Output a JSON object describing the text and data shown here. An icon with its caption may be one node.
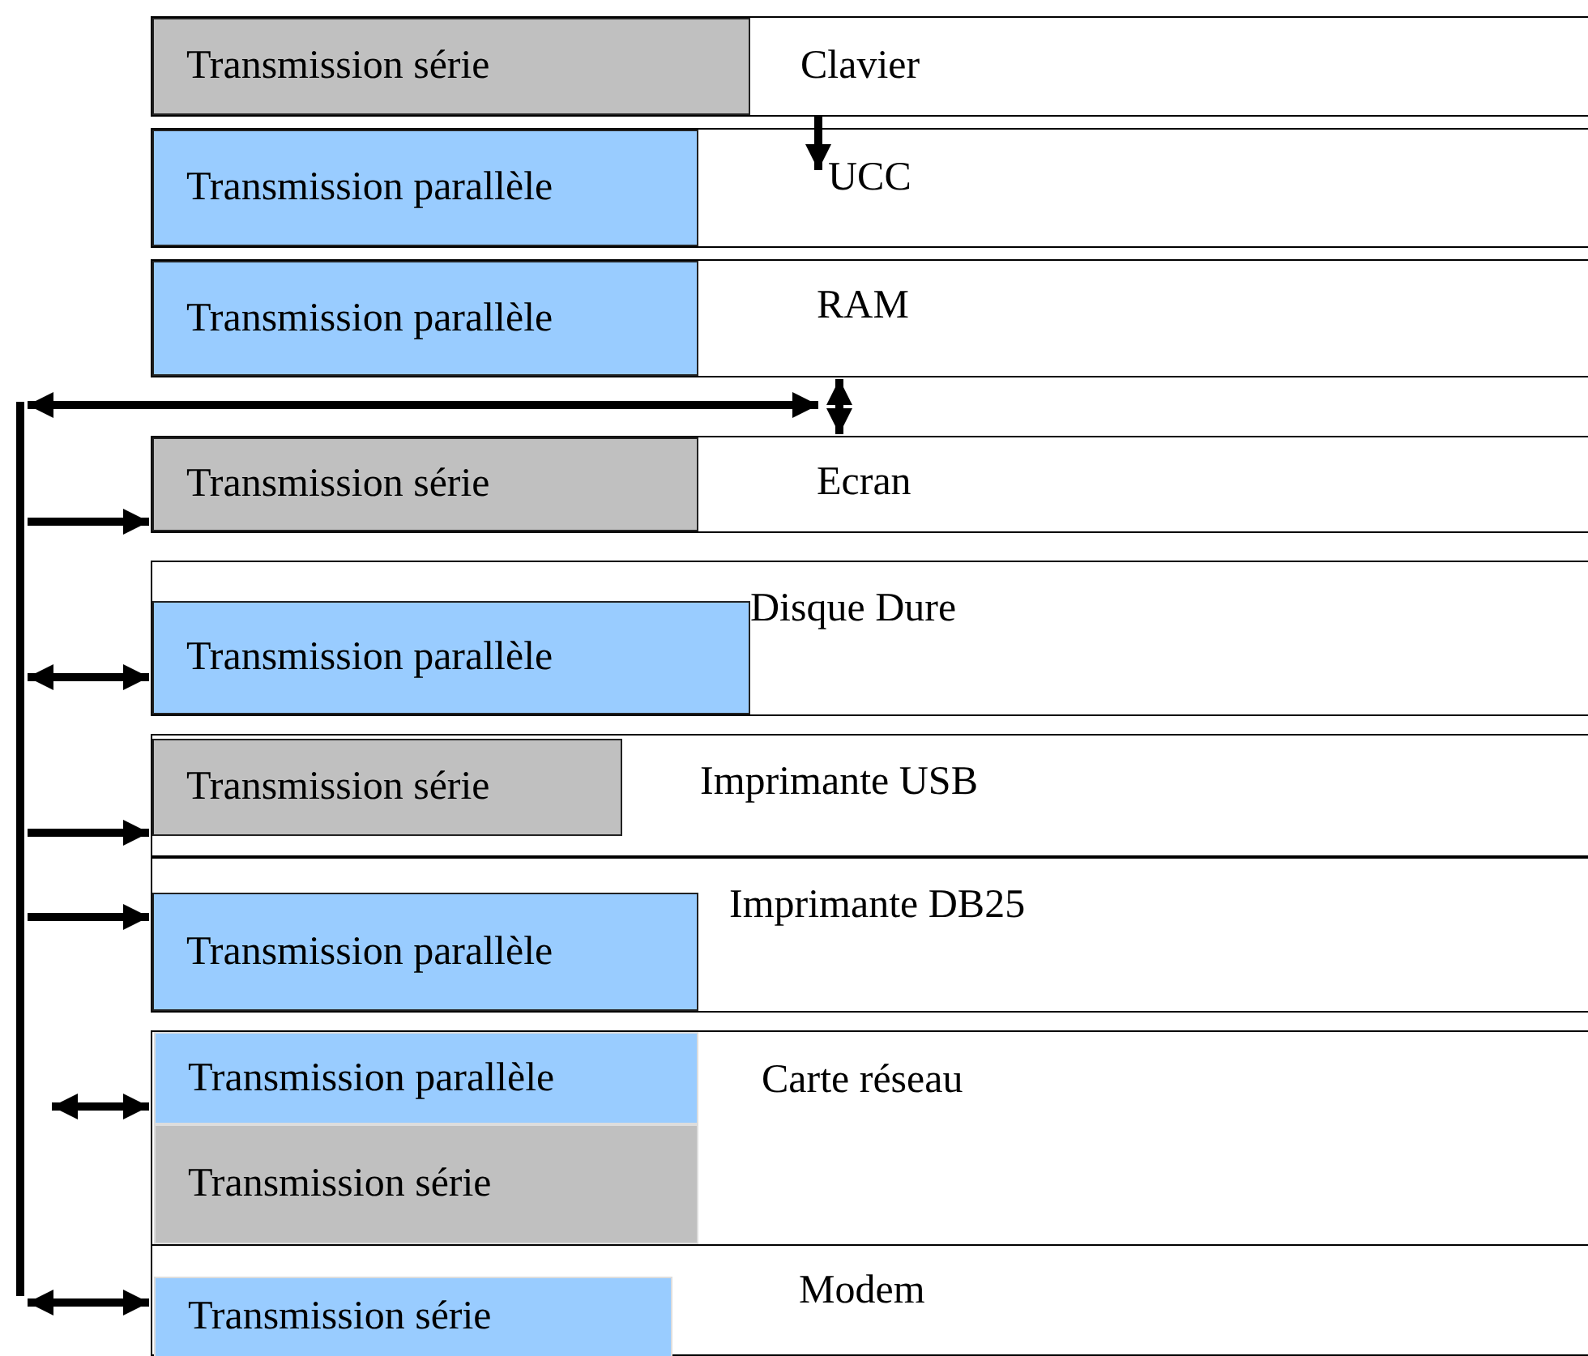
{
  "diagram": {
    "nodes": [
      {
        "text": [
          "Clavier"
        ]
      },
      {
        "text": [
          "Transmission série"
        ],
        "in": 0
      },
      {
        "text": [
          "UCC"
        ]
      },
      {
        "text": [
          "Transmission parallèle"
        ],
        "in": 2
      },
      {
        "text": [
          "RAM"
        ]
      },
      {
        "text": [
          "Transmission parallèle"
        ],
        "in": 4
      },
      {
        "text": [],
        "shape": "bar"
      },
      {
        "text": [
          "Ecran"
        ]
      },
      {
        "text": [
          "Transmission série"
        ],
        "in": 7
      },
      {
        "text": [
          "Disque Dure"
        ]
      },
      {
        "text": [
          "Transmission parallèle"
        ],
        "in": 9
      },
      {
        "text": [
          "Imprimante USB"
        ]
      },
      {
        "text": [
          "Transmission série"
        ],
        "in": 11
      },
      {
        "text": [
          "Imprimante DB25"
        ]
      },
      {
        "text": [
          "Transmission parallèle"
        ],
        "in": 13
      },
      {
        "text": [
          "Carte réseau"
        ]
      },
      {
        "text": [
          "Transmission parallèle"
        ],
        "in": 15
      },
      {
        "text": [
          "Transmission série"
        ],
        "in": 15
      },
      {
        "text": [
          "Modem"
        ]
      },
      {
        "text": [
          "Transmission série"
        ],
        "in": 18
      }
    ],
    "edges": [
      {
        "from": 0,
        "to": 2,
        "arrow": "to"
      },
      {
        "from": 6,
        "to": 7,
        "arrow": "both"
      },
      {
        "from": 4,
        "to": 7,
        "arrow": "both"
      },
      {
        "from": 6,
        "to": 7,
        "arrow": "to"
      },
      {
        "from": 6,
        "to": 9,
        "arrow": "both"
      },
      {
        "from": 6,
        "to": 11,
        "arrow": "to"
      },
      {
        "from": 6,
        "to": 13,
        "arrow": "to"
      },
      {
        "from": 6,
        "to": 15,
        "arrow": "both"
      },
      {
        "from": 6,
        "to": 18,
        "arrow": "both"
      }
    ]
  }
}
